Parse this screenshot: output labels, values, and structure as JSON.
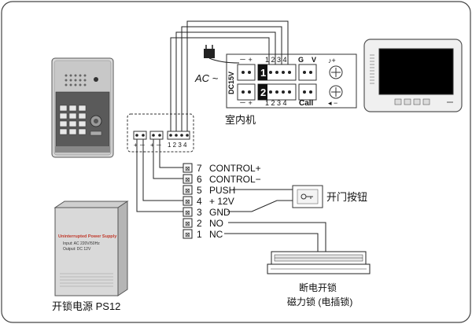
{
  "indoor_unit": {
    "label": "室内机",
    "ac_label": "AC ~",
    "dc_label": "DC15V",
    "top_pins": "1 2 3 4",
    "bottom_pins": "1 2 3 4",
    "plus_minus_top": "－ +",
    "plus_minus_bottom": "－ +",
    "channel_1": "1",
    "channel_2": "2",
    "g_label": "G",
    "v_label": "V",
    "call_label": "Call"
  },
  "outdoor_connector": {
    "pins": "1 2 3 4",
    "plus_minus_a": "+ －",
    "plus_minus_b": "+ －"
  },
  "power_supply": {
    "label": "开锁电源 PS12",
    "box_title": "Uninterrupted Power Supply",
    "box_line1": "Input: AC 220V/50Hz",
    "box_line2": "Output: DC 12V"
  },
  "terminals": [
    {
      "num": "7",
      "name": "CONTROL+"
    },
    {
      "num": "6",
      "name": "CONTROL−"
    },
    {
      "num": "5",
      "name": "PUSH"
    },
    {
      "num": "4",
      "name": "+ 12V"
    },
    {
      "num": "3",
      "name": "GND"
    },
    {
      "num": "2",
      "name": "NO"
    },
    {
      "num": "1",
      "name": "NC"
    }
  ],
  "button": {
    "label": "开门按钮"
  },
  "lock": {
    "label_line1": "断电开锁",
    "label_line2": "磁力锁 (电插锁)"
  }
}
